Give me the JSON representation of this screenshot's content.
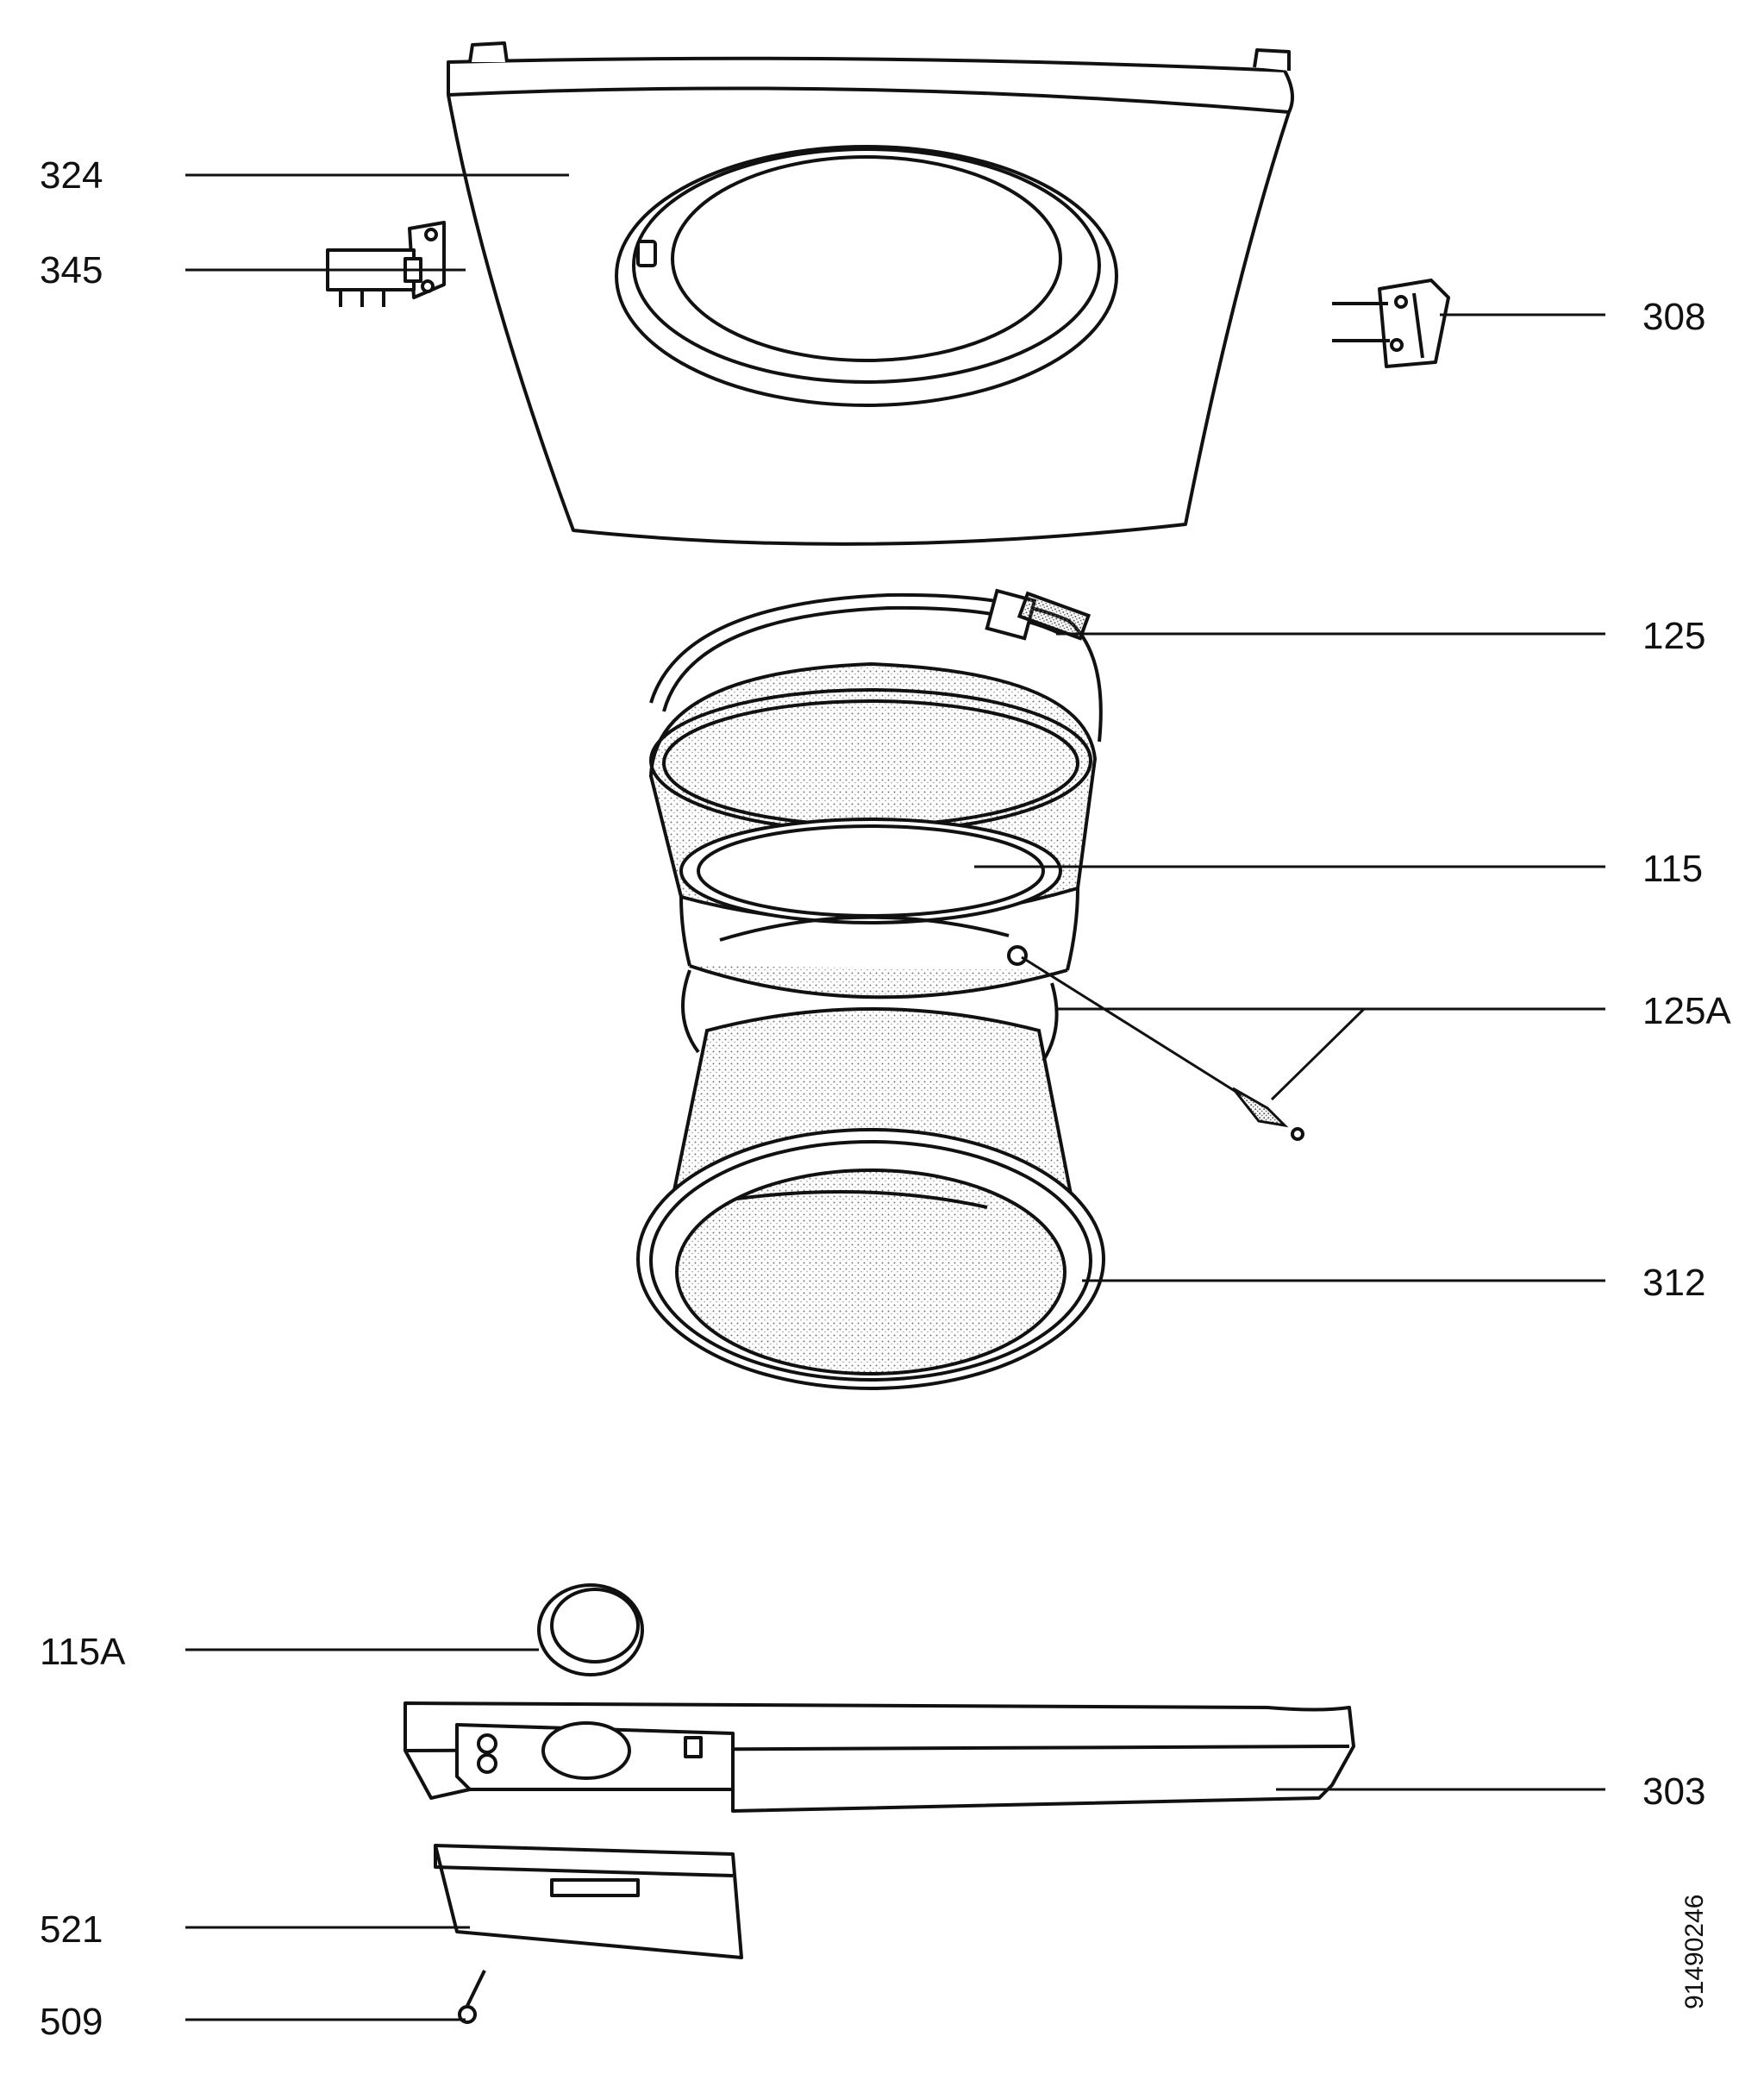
{
  "colors": {
    "ink": "#111111",
    "paper": "#ffffff",
    "stipple": "#8a8a8a"
  },
  "callouts": {
    "p324": "324",
    "p345": "345",
    "p308": "308",
    "p125": "125",
    "p115": "115",
    "p125a": "125A",
    "p312": "312",
    "p115a": "115A",
    "p303": "303",
    "p521": "521",
    "p509": "509"
  },
  "document_number": "91490246"
}
